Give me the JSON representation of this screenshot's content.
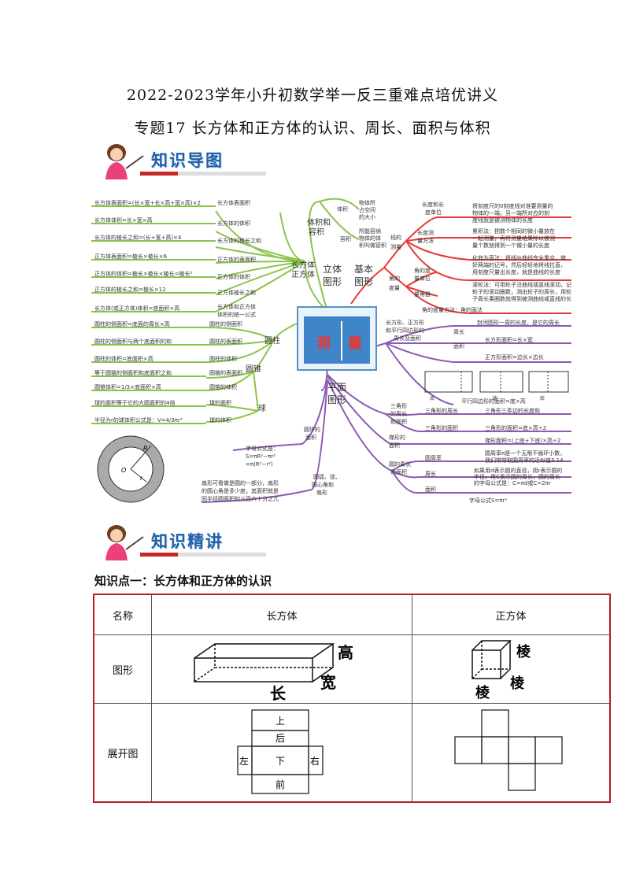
{
  "header": {
    "title": "2022-2023学年小升初数学举一反三重难点培优讲义",
    "subtitle": "专题17 长方体和正方体的认识、周长、面积与体积"
  },
  "banners": {
    "map": "知识导图",
    "lecture": "知识精讲"
  },
  "mindmap": {
    "center_sign": "测 量",
    "branch_solid": "立体图形",
    "branch_basic": "基本图形",
    "branch_plane": "平面图形",
    "cuboid_node": "长方体正方体",
    "cuboid_items": [
      {
        "formula": "长方体表面积=(长×宽+长×高+宽×高)×2",
        "label": "长方体表面积"
      },
      {
        "formula": "长方体体积=长×宽×高",
        "label": "长方体的体积"
      },
      {
        "formula": "长方体的棱长之和=(长+宽+高)×4",
        "label": "长方体的棱长之和"
      },
      {
        "formula": "正方体表面积=棱长×棱长×6",
        "label": "正方体的表面积"
      },
      {
        "formula": "正方体的体积=棱长×棱长×棱长=棱长³",
        "label": "正方体的体积"
      },
      {
        "formula": "正方体的棱长之和=棱长×12",
        "label": "正方体棱长之和"
      },
      {
        "formula": "长方体(或正方体)体积=底面积×高",
        "label": "长方体和正方体体积的统一公式"
      }
    ],
    "cylinder_node": "圆柱",
    "cylinder_items": [
      {
        "formula": "圆柱的侧面积=底面的周长×高",
        "label": "圆柱的侧面积"
      },
      {
        "formula": "圆柱的侧面积与两个底面积的和",
        "label": "圆柱的表面积"
      },
      {
        "formula": "圆柱的体积=底面积×高",
        "label": "圆柱的体积"
      }
    ],
    "cone_node": "圆锥",
    "cone_items": [
      {
        "formula": "等于圆锥的侧面积和底面积之和",
        "label": "圆锥的表面积"
      },
      {
        "formula": "圆锥体积=1/3×底面积×高",
        "label": "圆锥的体积"
      }
    ],
    "sphere_node": "球",
    "sphere_items": [
      {
        "formula": "球的面积等于它的大圆面积的4倍",
        "label": "球的面积"
      },
      {
        "formula": "半径为r的球体积公式是：V=4/3πr³",
        "label": "球的体积"
      }
    ],
    "volume_node": "体积和容积",
    "volume_items": [
      {
        "label": "体积",
        "desc": "物体所占空间的大小"
      },
      {
        "label": "容积",
        "desc": "所能容纳物体的体积叫做容积"
      }
    ],
    "line_node": "线的测量",
    "line_items": [
      {
        "label": "长度和长度单位",
        "desc": "将刻度尺的0刻度线对准要测量的物体的一端，另一端所对应的刻度线就是被测物体的长度"
      },
      {
        "label": "长度测量方法",
        "desc": "累积法：把数个相同的微小量放在一起测量，再将测量结果除以被测量个数就得到一个微小量的长度"
      },
      {
        "label": "",
        "desc": "化曲为直法：将线与曲线完全重合，做好两端的记号，然后轻轻地将线拉直，用刻度尺量出长度，就是曲线的长度"
      },
      {
        "label": "",
        "desc": "滚轮法：可用轮子沿曲线或直线滚动，记下轮子的滚动圈数，测出轮子的周长，用轮子周长乘圈数就得到被测曲线或直线的长度"
      }
    ],
    "angle_node": "角的度量",
    "angle_items": [
      {
        "label": "角的度量单位"
      },
      {
        "label": "量角器"
      },
      {
        "label": "角的度量方法：角的画法"
      }
    ],
    "rect_node": "长方形、正方形和平行四边形的周长及面积",
    "rect_items": [
      {
        "label": "周长",
        "desc": "封闭图形一周的长度，是它的周长"
      },
      {
        "label": "面积",
        "desc": "长方形面积=长×宽"
      },
      {
        "label": "",
        "desc": "正方形面积=边长×边长"
      },
      {
        "label": "",
        "desc": "平行四边形的面积=底×高"
      }
    ],
    "tri_node": "三角形的周长和面积",
    "tri_items": [
      {
        "label": "三角形的周长",
        "desc": "三角形三条边的长度和"
      },
      {
        "label": "三角形的面积",
        "desc": "三角形的面积=底×高÷2"
      }
    ],
    "trap_node": "梯形的面积",
    "trap_desc": "梯形面积=(上底+下底)×高÷2",
    "circle_node": "圆的周长和面积",
    "circle_items": [
      {
        "label": "圆周率",
        "desc": "圆周率π是一个无限不循环小数，我们常常取圆周率的近似值3.14"
      },
      {
        "label": "周长",
        "desc": "如果用d表示圆的直径，用r表示圆的半径，用C表示圆的周长，圆的周长的字母公式是：C=πd或C=2πr"
      },
      {
        "label": "面积",
        "desc": "字母公式S=πr²"
      }
    ],
    "ring_node": "圆环的面积",
    "ring_desc": "字母公式是：S=πR²−πr²=π(R²−r²)",
    "arc_node": "圆弧、弦、圆心角和扇形",
    "arc_desc": "扇形可看做是圆的一部分，扇形的圆心角是多少度，其面积就是同半径圆面积的三百六十分之几",
    "ring_labels": [
      "R",
      "O",
      "r"
    ],
    "mini_labels": [
      "高",
      "底"
    ]
  },
  "knowledge_point": "知识点一：长方体和正方体的认识",
  "table": {
    "headers": [
      "名称",
      "长方体",
      "正方体"
    ],
    "rows": [
      "图形",
      "展开图"
    ],
    "cuboid_labels": {
      "height": "高",
      "width": "宽",
      "length": "长"
    },
    "cube_labels": {
      "edge1": "棱",
      "edge2": "棱",
      "edge3": "棱"
    },
    "net_labels": {
      "top": "上",
      "back": "后",
      "left": "左",
      "bottom": "下",
      "right": "右",
      "front": "前"
    }
  },
  "colors": {
    "green": "#8bc34a",
    "red": "#e53935",
    "purple": "#8e59b3",
    "accent_red": "#b71c1c",
    "banner_blue": "#1f5fa8"
  }
}
